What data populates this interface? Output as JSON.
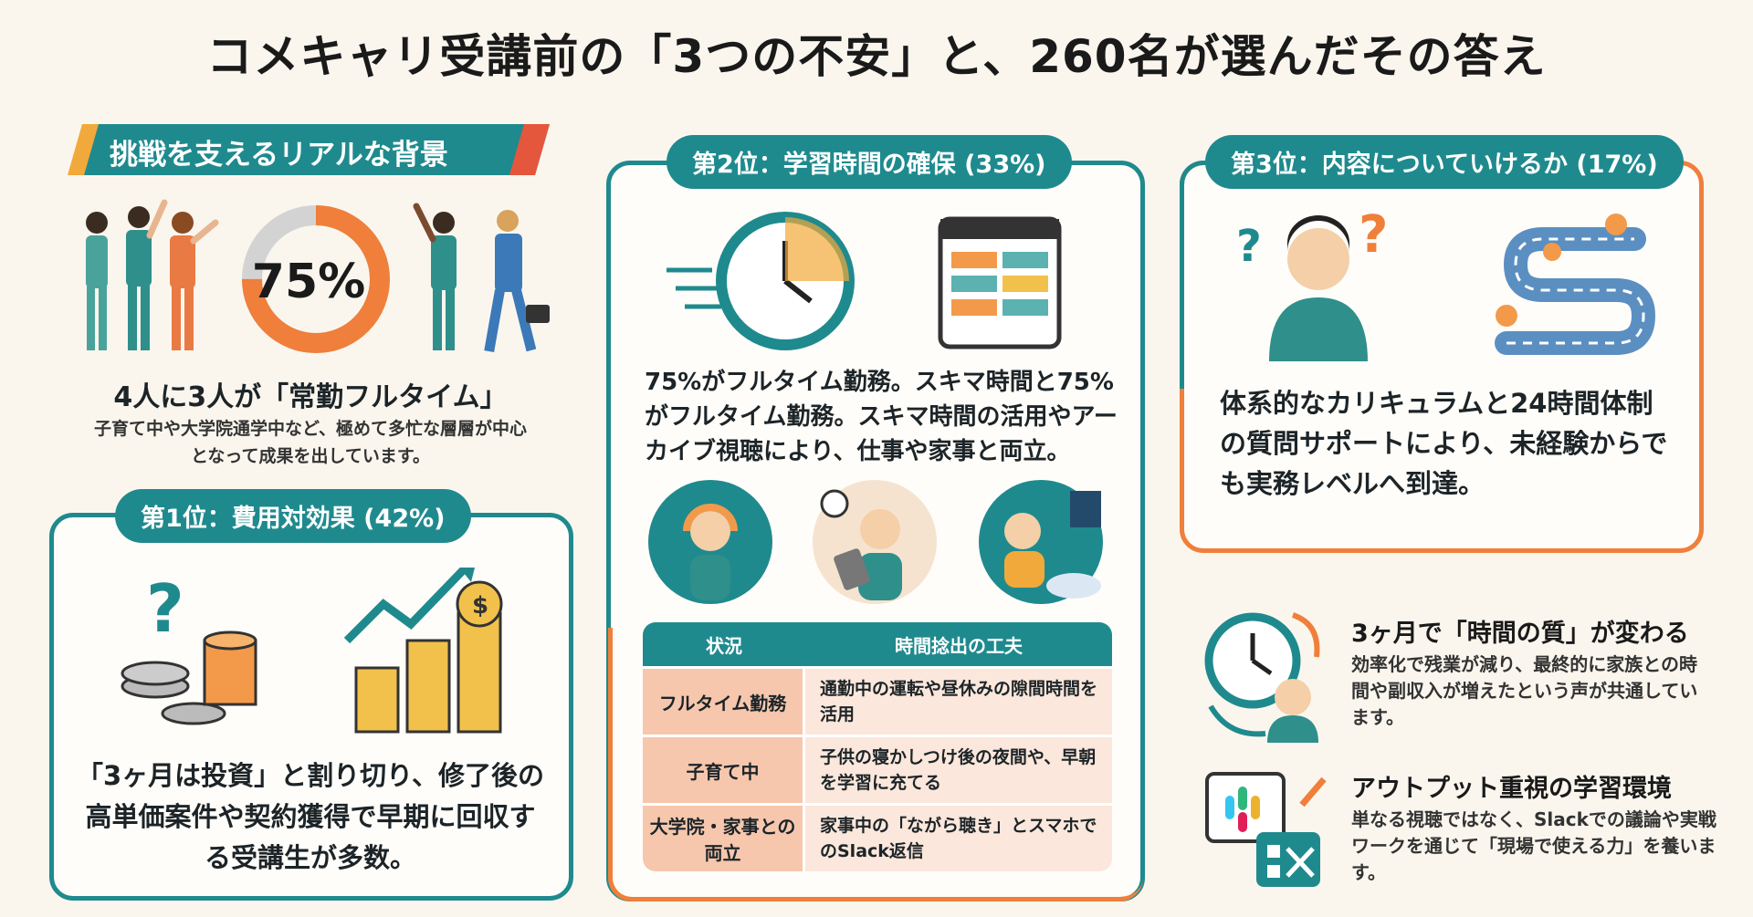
{
  "title": "コメキャリ受講前の「3つの不安」と、260名が選んだその答え",
  "background": {
    "ribbon": "挑戦を支えるリアルな背景",
    "donut_value": 75,
    "donut_label": "75%",
    "heading": "4人に3人が「常勤フルタイム」",
    "description": "子育て中や大学院通学中など、極めて多忙な層層が中心となって成果を出しています。"
  },
  "rank1": {
    "label": "第1位：費用対効果 (42%)",
    "body": "「3ヶ月は投資」と割り切り、修了後の高単価案件や契約獲得で早期に回収する受講生が多数。"
  },
  "rank2": {
    "label": "第2位：学習時間の確保 (33%)",
    "body": "75%がフルタイム勤務。スキマ時間と75%がフルタイム勤務。スキマ時間の活用やアーカイブ視聴により、仕事や家事と両立。",
    "table": {
      "headers": [
        "状況",
        "時間捻出の工夫"
      ],
      "rows": [
        {
          "situation": "フルタイム勤務",
          "method": "通勤中の運転や昼休みの隙間時間を活用"
        },
        {
          "situation": "子育て中",
          "method": "子供の寝かしつけ後の夜間や、早朝を学習に充てる"
        },
        {
          "situation": "大学院・家事との両立",
          "method": "家事中の「ながら聴き」とスマホでのSlack返信"
        }
      ]
    }
  },
  "rank3": {
    "label": "第3位：内容についていけるか (17%)",
    "body": "体系的なカリキュラムと24時間体制の質問サポートにより、未経験からでも実務レベルへ到達。"
  },
  "points": [
    {
      "heading": "3ヶ月で「時間の質」が変わる",
      "text": "効率化で残業が減り、最終的に家族との時間や副収入が増えたという声が共通しています。"
    },
    {
      "heading": "アウトプット重視の学習環境",
      "text": "単なる視聴ではなく、Slackでの議論や実戦ワークを通じて「現場で使える力」を養います。"
    }
  ],
  "colors": {
    "teal": "#1f8a8e",
    "orange": "#ef7f3a",
    "peach": "#f6c7ad",
    "background": "#faf6ee"
  }
}
